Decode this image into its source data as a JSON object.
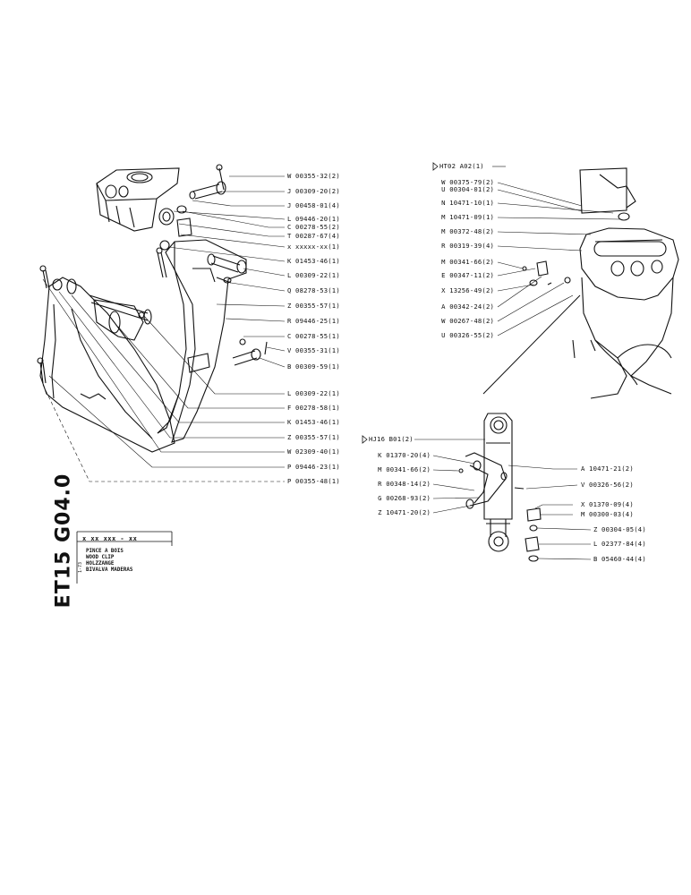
{
  "title_block": {
    "drawing_code": "ET15 G04.0",
    "reference": "x xx xxx - xx",
    "rev": "1-73",
    "names": [
      "PINCE A BOIS",
      "WOOD CLIP",
      "HOLZZANGE",
      "BIVALVA MADERAS"
    ]
  },
  "left_parts": [
    "W 00355-32(2)",
    "J 00309-20(2)",
    "J 00458-01(4)",
    "L 09446-20(1)",
    "C 00278-55(2)",
    "T 00287-67(4)",
    "x xxxxx-xx(1)",
    "K 01453-46(1)",
    "L 00309-22(1)",
    "Q 08278-53(1)",
    "Z 00355-57(1)",
    "R 09446-25(1)",
    "C 00278-55(1)",
    "V 00355-31(1)",
    "B 00309-59(1)",
    "L 00309-22(1)",
    "F 00278-58(1)",
    "K 01453-46(1)",
    "Z 00355-57(1)",
    "W 02309-40(1)",
    "P 09446-23(1)",
    "P 00355-48(1)"
  ],
  "right_top": {
    "ref": "HT02 A02(1)",
    "parts": [
      "W 00375-79(2)",
      "U 00304-01(2)",
      "N 10471-10(1)",
      "M 10471-09(1)",
      "M 00372-48(2)",
      "R 00319-39(4)",
      "M 00341-66(2)",
      "E 00347-11(2)",
      "X 13256-49(2)",
      "A 00342-24(2)",
      "W 00267-48(2)",
      "U 00326-55(2)"
    ]
  },
  "right_bottom": {
    "ref": "HJ16 B01(2)",
    "left_parts": [
      "K 01370-20(4)",
      "M 00341-66(2)",
      "R 00348-14(2)",
      "G 00268-93(2)",
      "Z 10471-20(2)"
    ],
    "right_parts": [
      "A 10471-21(2)",
      "V 00326-56(2)",
      "X 01370-09(4)",
      "M 00300-03(4)",
      "Z 00304-05(4)",
      "L 02377-84(4)",
      "B 05460-44(4)"
    ]
  }
}
